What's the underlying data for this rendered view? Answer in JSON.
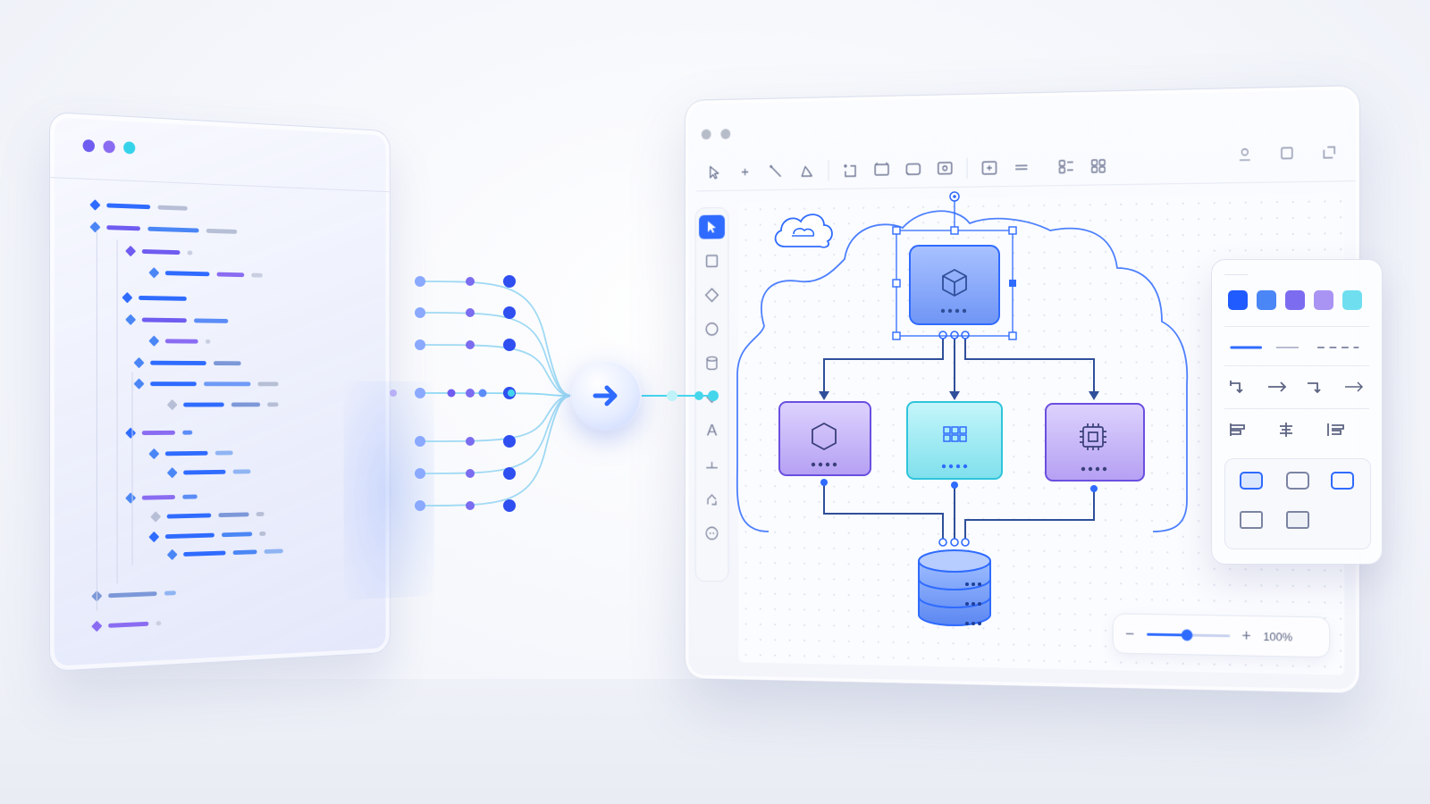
{
  "code_panel": {
    "window_dot_colors": [
      "#6f5cf0",
      "#8a6cf2",
      "#35d3ea"
    ]
  },
  "editor": {
    "window_dot_colors": [
      "#b7bcc9",
      "#b7bcc9"
    ],
    "toolbar_icons": [
      "pointer-icon",
      "plus-icon",
      "line-icon",
      "pen-icon",
      "frame-icon",
      "rectangle-icon",
      "rounded-rectangle-icon",
      "image-frame-icon",
      "component-icon",
      "align-icon",
      "layout-icon",
      "grid-icon"
    ],
    "toolbar_right_icons": [
      "user-icon",
      "window-icon",
      "expand-icon"
    ],
    "side_tools": [
      "select-tool-icon",
      "rectangle-tool-icon",
      "diamond-tool-icon",
      "circle-tool-icon",
      "cylinder-tool-icon",
      "diamond-small-tool-icon",
      "text-tool-icon",
      "connector-tool-icon",
      "shapes-tool-icon",
      "more-tool-icon"
    ],
    "side_text_tool_label": "A",
    "zoom": {
      "minus": "−",
      "plus": "+",
      "level_text": "100%",
      "level_fraction": 0.48
    }
  },
  "diagram": {
    "nodes": [
      {
        "name": "cube-service-node",
        "icon": "cube-icon",
        "color": "#7ea4f7"
      },
      {
        "name": "hexagon-service-node",
        "icon": "hexagon-icon",
        "color": "#b9a6f4"
      },
      {
        "name": "grid-service-node",
        "icon": "grid-icon",
        "color": "#8fe7ef"
      },
      {
        "name": "chip-service-node",
        "icon": "chip-icon",
        "color": "#b9a6f4"
      },
      {
        "name": "database-node",
        "icon": "database-icon",
        "color": "#6f9af7"
      },
      {
        "name": "cloud-node",
        "icon": "cloud-icon",
        "color": "#2f6bff"
      }
    ]
  },
  "properties": {
    "swatches": [
      "#1f5bff",
      "#4a86f5",
      "#7c6cf0",
      "#a994f3",
      "#6fdff0"
    ],
    "line_styles": [
      "solid-line-icon",
      "thin-line-icon",
      "dashed-line-icon"
    ],
    "arrow_styles": [
      "elbow-left-icon",
      "arrow-right-icon",
      "elbow-right-icon",
      "arrow-right-thin-icon"
    ],
    "align_options": [
      "align-left-icon",
      "align-center-icon",
      "align-right-icon"
    ],
    "shape_styles": [
      "shape-rounded-selected",
      "shape-rounded",
      "shape-rounded-blue",
      "shape-square",
      "shape-square-alt"
    ]
  },
  "hub": {
    "icon": "arrow-right-icon",
    "accent": "#2f6bff"
  }
}
